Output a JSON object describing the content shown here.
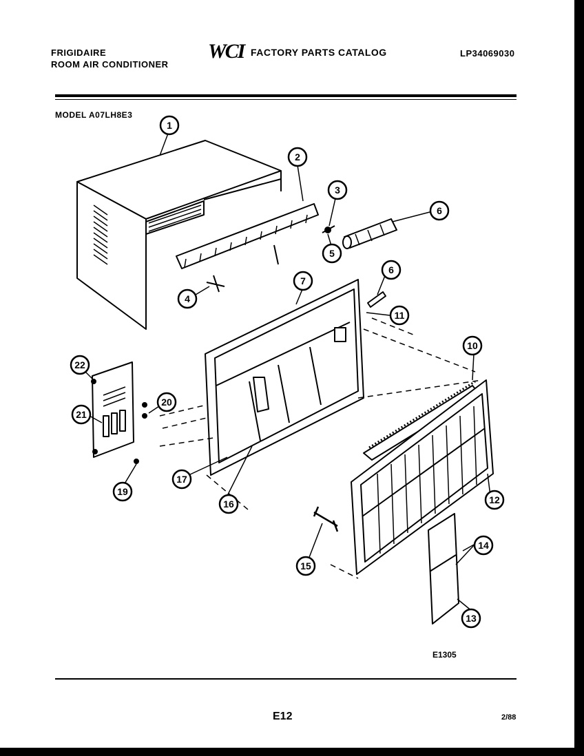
{
  "header": {
    "brand_line1": "FRIGIDAIRE",
    "brand_line2": "ROOM AIR CONDITIONER",
    "logo": "WCI",
    "catalog_title": "FACTORY PARTS CATALOG",
    "catalog_code": "LP34069030"
  },
  "model_label": "MODEL A07LH8E3",
  "diagram_id": "E1305",
  "footer": {
    "page_number": "E12",
    "date": "2/88"
  },
  "callouts": [
    "1",
    "2",
    "3",
    "4",
    "5",
    "6",
    "6",
    "7",
    "10",
    "11",
    "12",
    "13",
    "14",
    "15",
    "16",
    "17",
    "19",
    "20",
    "21",
    "22"
  ]
}
